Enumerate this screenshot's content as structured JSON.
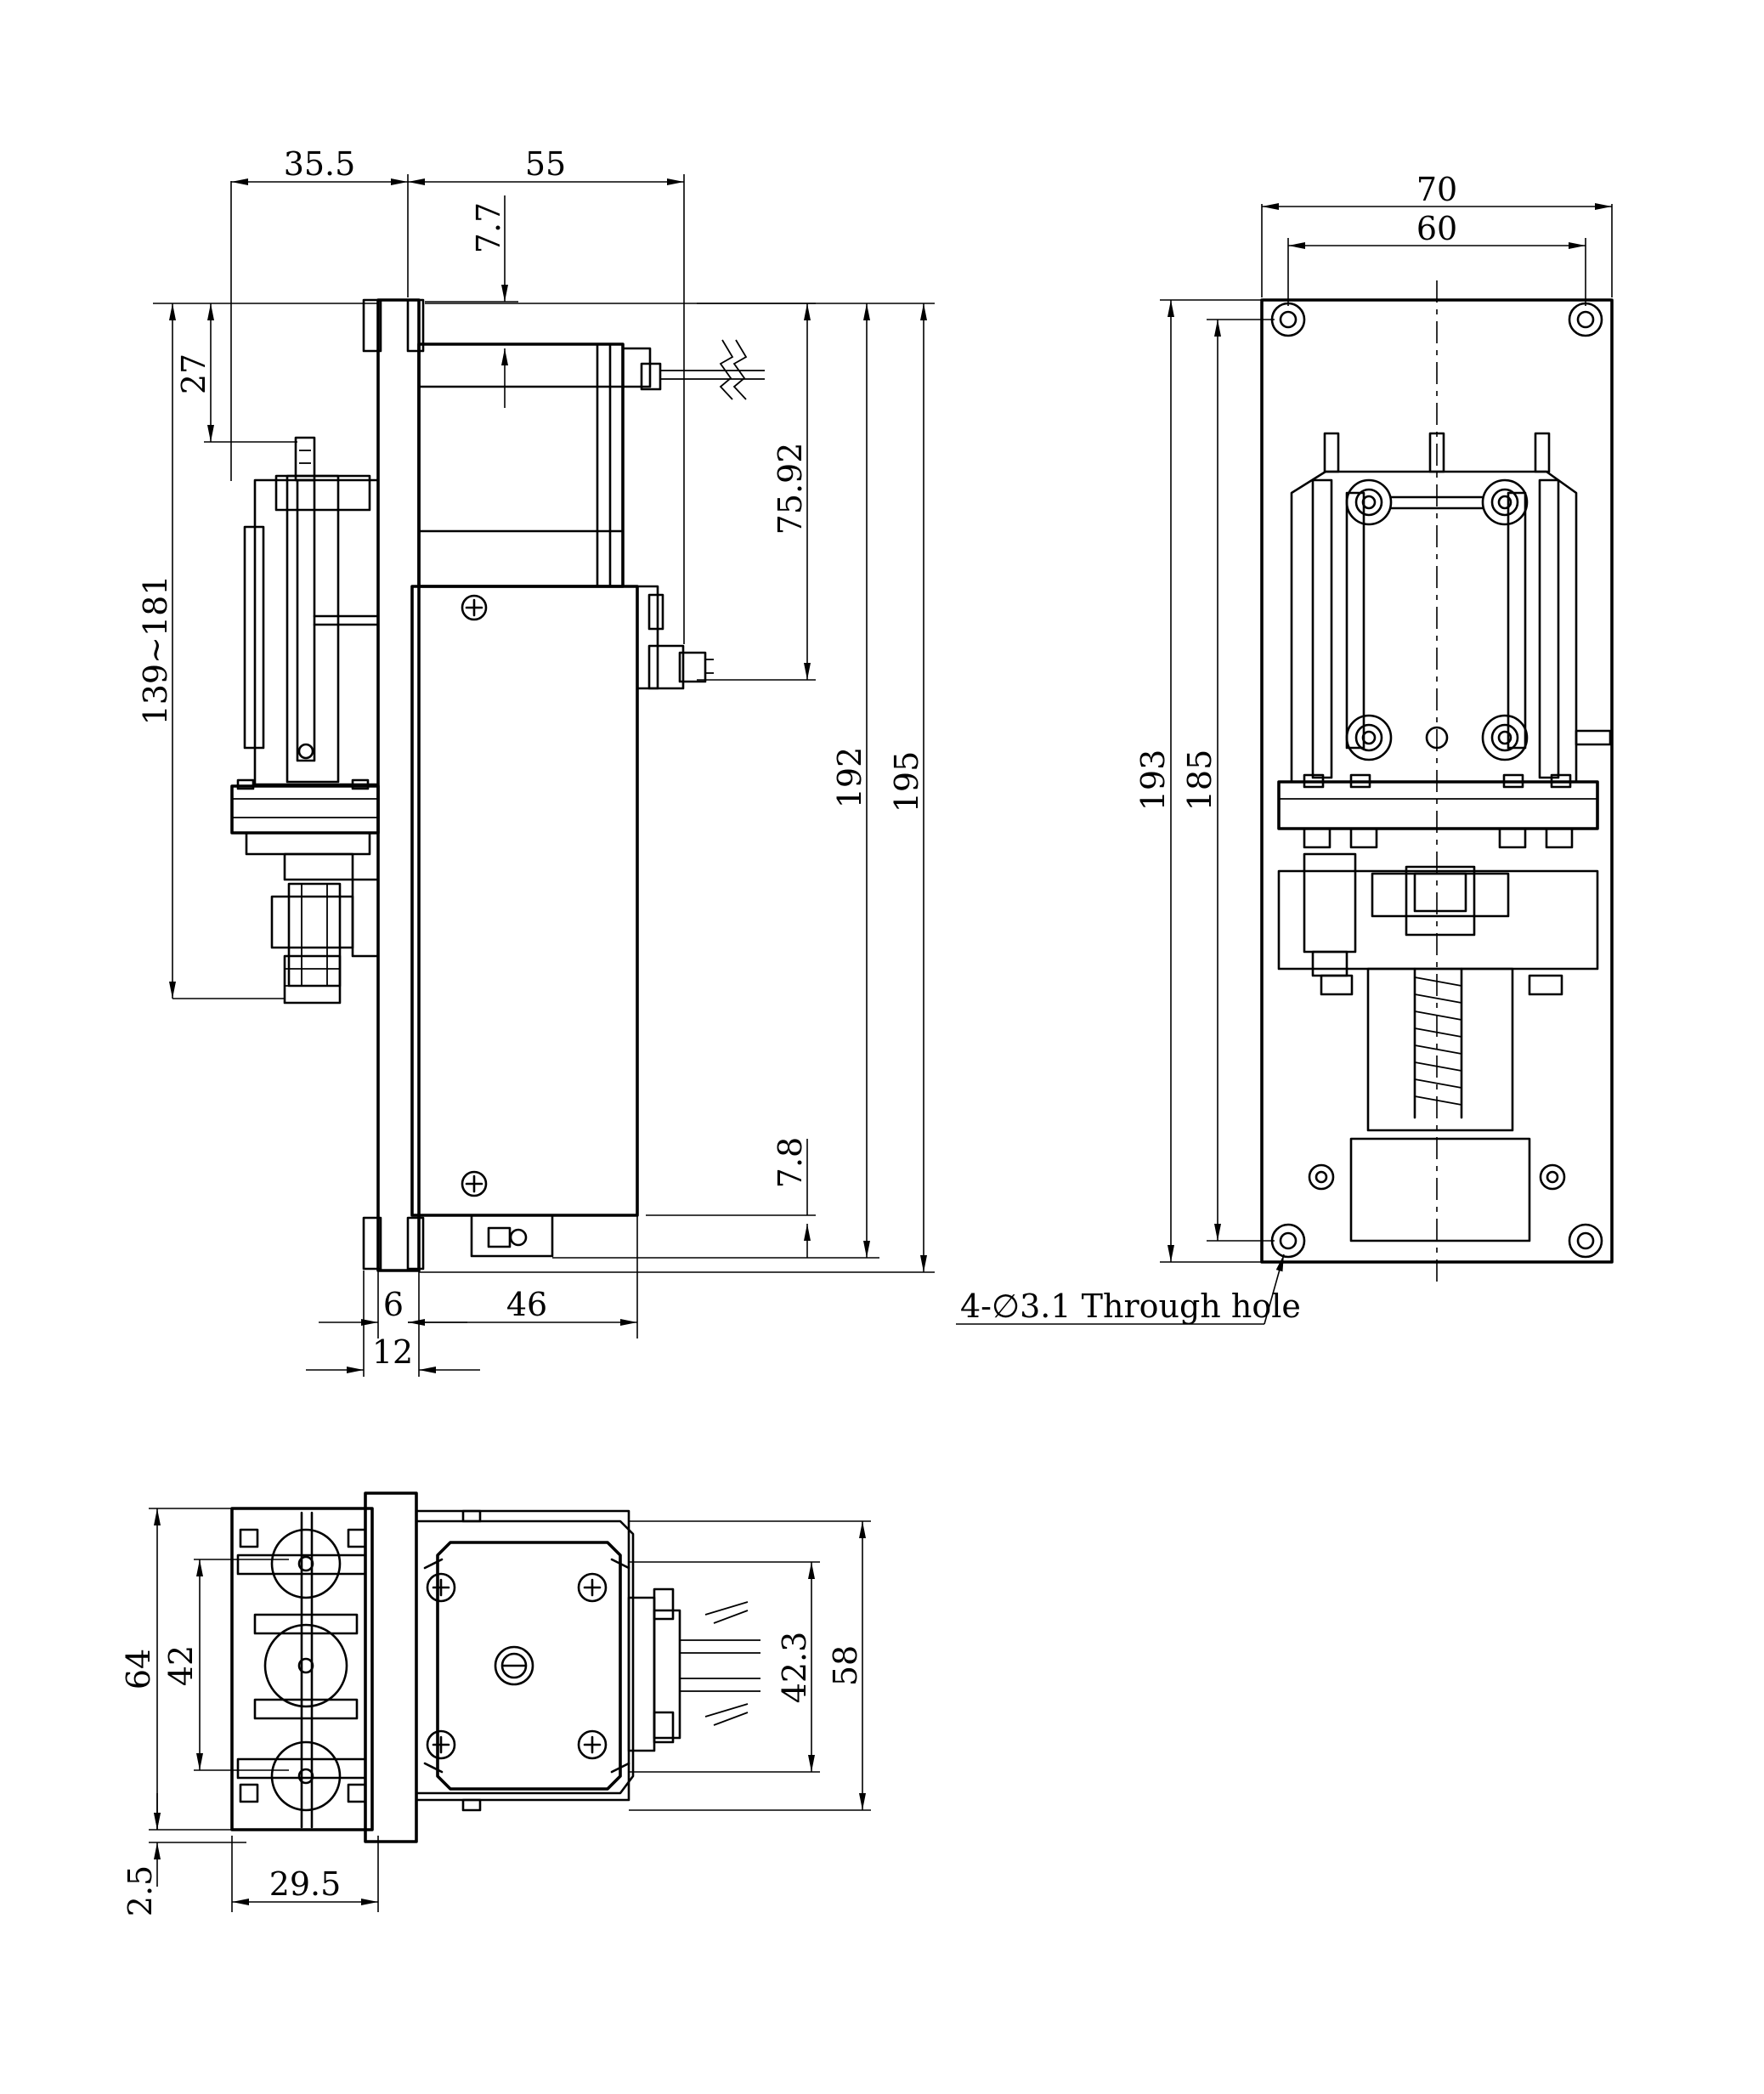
{
  "side_view": {
    "dims": {
      "d_35_5": "35.5",
      "d_55": "55",
      "d_7_7": "7.7",
      "d_27": "27",
      "d_139_181": "139~181",
      "d_75_92": "75.92",
      "d_192": "192",
      "d_195": "195",
      "d_7_8": "7.8",
      "d_6": "6",
      "d_46": "46",
      "d_12": "12"
    }
  },
  "front_view": {
    "dims": {
      "d_70": "70",
      "d_60": "60",
      "d_193": "193",
      "d_185": "185"
    },
    "hole_note": "4-∅3.1 Through hole"
  },
  "bottom_view": {
    "dims": {
      "d_64": "64",
      "d_42": "42",
      "d_42_3": "42.3",
      "d_58": "58",
      "d_2_5": "2.5",
      "d_29_5": "29.5"
    }
  }
}
